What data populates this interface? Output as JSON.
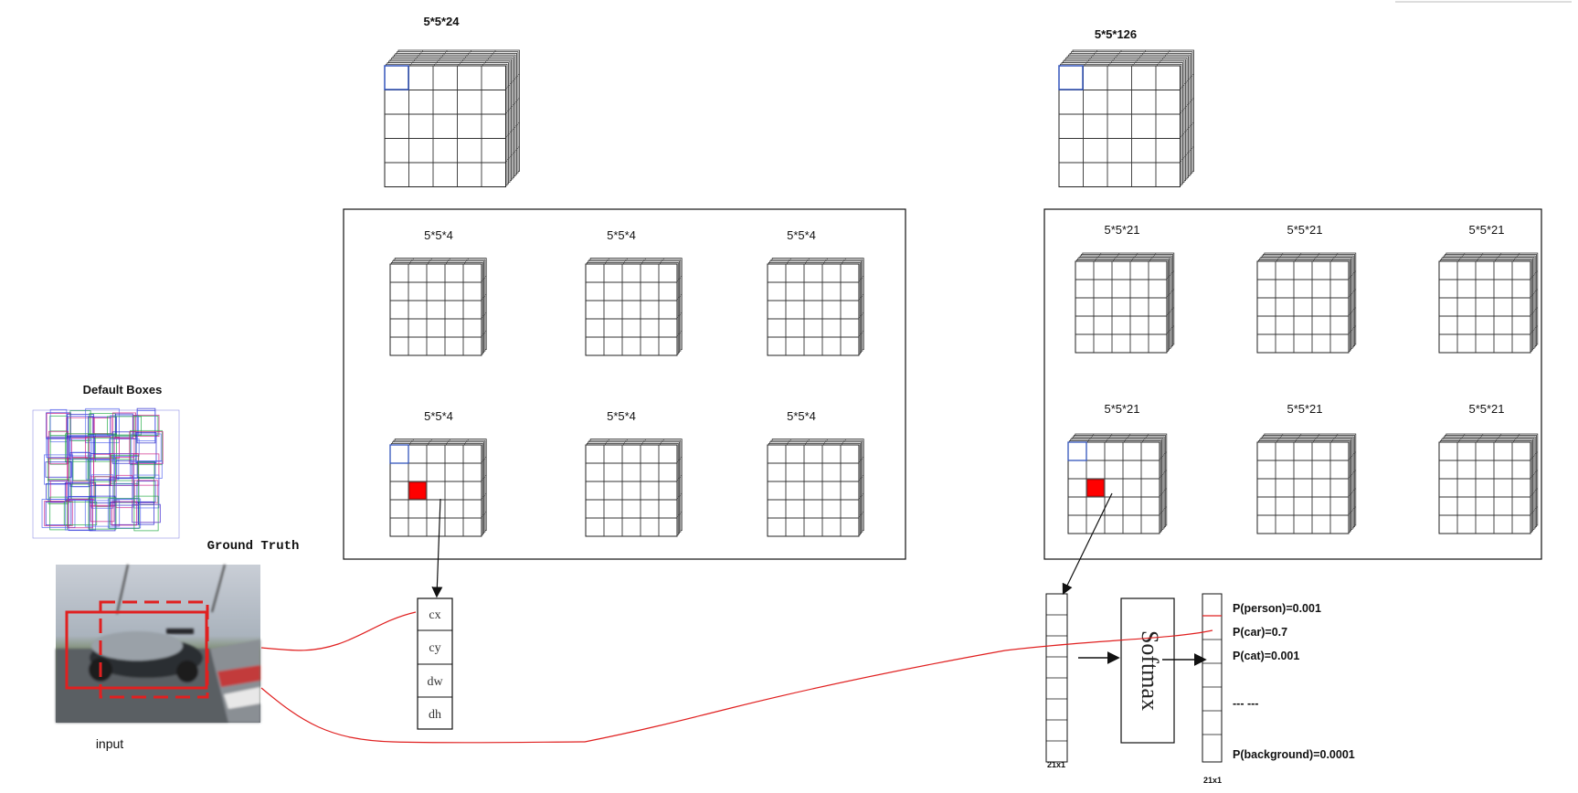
{
  "top_tensors": {
    "left_label": "5*5*24",
    "right_label": "5*5*126"
  },
  "loc_panel": {
    "labels": [
      "5*5*4",
      "5*5*4",
      "5*5*4",
      "5*5*4",
      "5*5*4",
      "5*5*4"
    ]
  },
  "conf_panel": {
    "labels": [
      "5*5*21",
      "5*5*21",
      "5*5*21",
      "5*5*21",
      "5*5*21",
      "5*5*21"
    ]
  },
  "default_boxes": {
    "title": "Default Boxes"
  },
  "ground_truth": {
    "title": "Ground Truth"
  },
  "input": {
    "label": "input"
  },
  "offset_vector": {
    "cells": [
      "cx",
      "cy",
      "dw",
      "dh"
    ]
  },
  "score_vector": {
    "caption": "21x1"
  },
  "softmax": {
    "label": "Softmax"
  },
  "prob_vector": {
    "caption": "21x1",
    "labels": [
      "P(person)=0.001",
      "P(car)=0.7",
      "P(cat)=0.001",
      "--- ---",
      "P(background)=0.0001"
    ]
  },
  "colors": {
    "highlight_cell": "#ff0000",
    "connector_red": "#e02020",
    "grid_line": "#333333",
    "selected_cell_blue": "#3355bb",
    "default_box_blue": "#2222cc",
    "default_box_green": "#22aa44",
    "default_box_magenta": "#cc2288"
  }
}
